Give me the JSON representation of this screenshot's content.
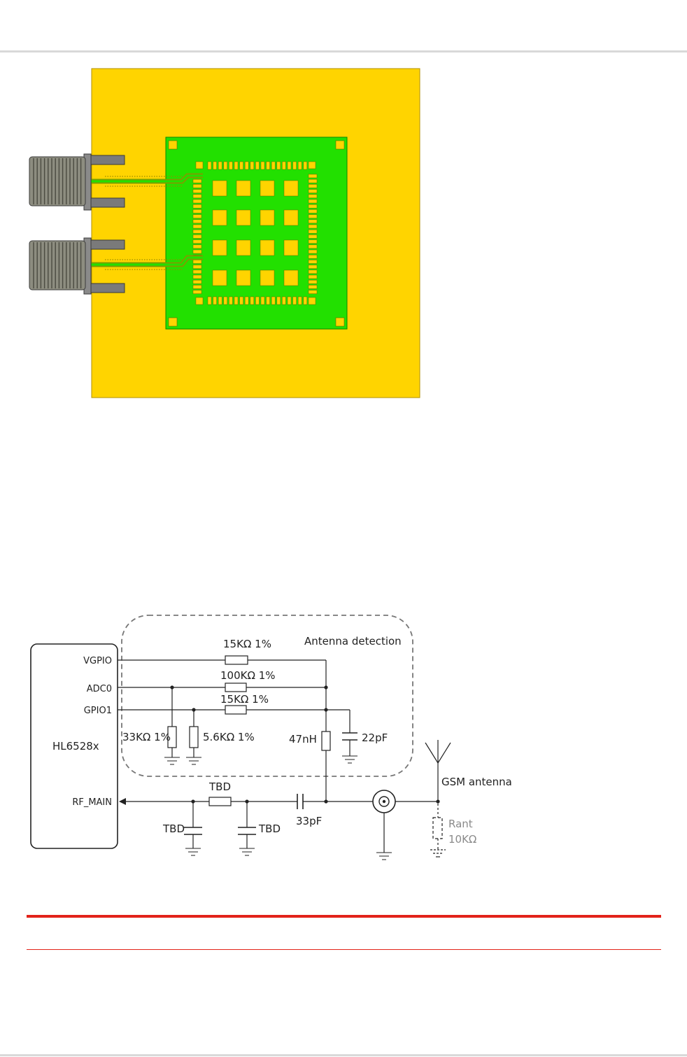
{
  "colors": {
    "board": "#ffd400",
    "module": "#22e000",
    "rule_red": "#e2231a",
    "rule_gray": "#d9d9d9"
  },
  "schematic": {
    "module_name": "HL6528x",
    "pins": {
      "vgpio": "VGPIO",
      "adc0": "ADC0",
      "gpio1": "GPIO1",
      "rf_main": "RF_MAIN"
    },
    "detection_label": "Antenna detection",
    "r_vgpio": "15KΩ 1%",
    "r_adc0": "100KΩ 1%",
    "r_gpio1": "15KΩ 1%",
    "r_33k": "33KΩ 1%",
    "r_5k6": "5.6KΩ 1%",
    "l_47n": "47nH",
    "c_22p": "22pF",
    "r_series": "TBD",
    "c_shunt_left": "TBD",
    "c_shunt_right": "TBD",
    "c_33p": "33pF",
    "antenna": "GSM antenna",
    "rant_name": "Rant",
    "rant_value": "10KΩ"
  }
}
